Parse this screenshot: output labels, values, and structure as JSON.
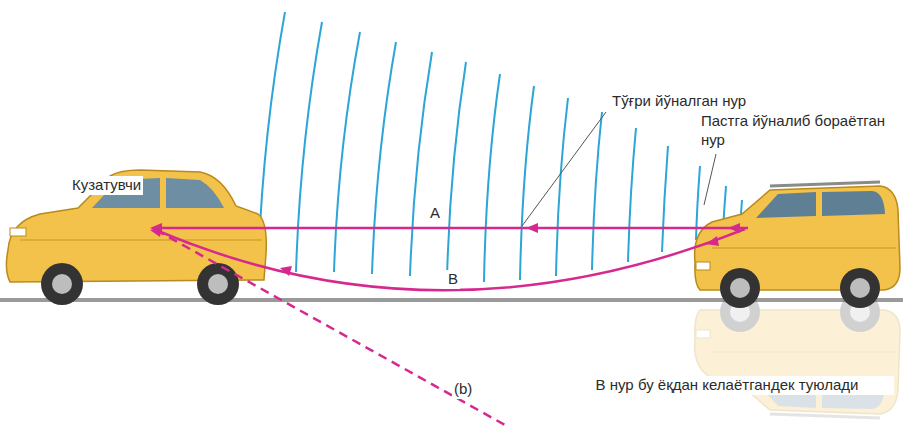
{
  "diagram": {
    "caption": "(b)",
    "labels": [
      "Кузатувчи",
      "Тўғри йўналган нур",
      "Пастга йўналиб бораётган нур",
      "A",
      "B",
      "В нур бу ёқдан келаётгандек туюлади"
    ]
  }
}
